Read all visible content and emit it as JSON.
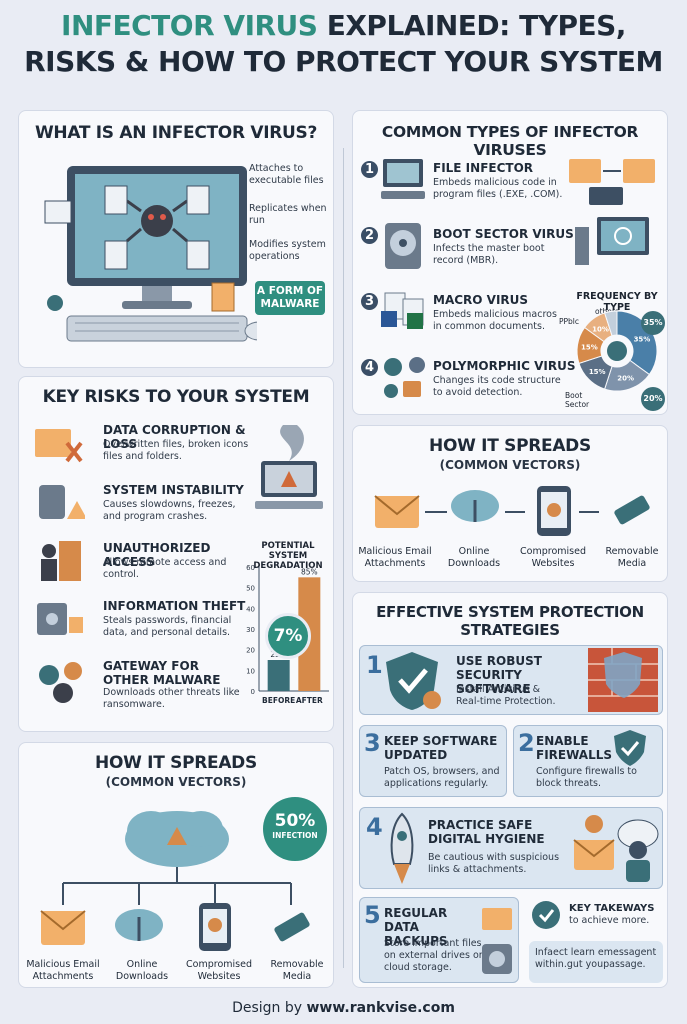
{
  "title": {
    "accent": "INFECTOR VIRUS",
    "rest": " EXPLAINED: TYPES,",
    "line2": "RISKS & HOW TO PROTECT YOUR SYSTEM"
  },
  "what": {
    "title": "WHAT IS AN INFECTOR VIRUS?",
    "points": [
      {
        "text": "Attaches to executable files"
      },
      {
        "text": "Replicates when run"
      },
      {
        "text": "Modifies system operations"
      }
    ],
    "badge": "A FORM OF MALWARE"
  },
  "types": {
    "title": "COMMON TYPES OF INFECTOR VIRUSES",
    "items": [
      {
        "num": "1",
        "head": "FILE INFECTOR",
        "desc": "Embeds malicious code in program files (.EXE, .COM)."
      },
      {
        "num": "2",
        "head": "BOOT SECTOR VIRUS",
        "desc": "Infects the master boot record (MBR)."
      },
      {
        "num": "3",
        "head": "MACRO VIRUS",
        "desc": "Embeds malicious macros in common documents."
      },
      {
        "num": "4",
        "head": "POLYMORPHIC VIRUS",
        "desc": "Changes its code structure to avoid detection."
      }
    ],
    "freq": {
      "title": "FREQUENCY BY TYPE",
      "labels": {
        "others": "others",
        "ppblc": "PPblc",
        "boot": "Boot Sector"
      },
      "slices": [
        {
          "label": "35%",
          "value": 35,
          "color": "#4a7fa8"
        },
        {
          "label": "20%",
          "value": 20,
          "color": "#7f93ab"
        },
        {
          "label": "15%",
          "value": 15,
          "color": "#5b6f86"
        },
        {
          "label": "15%",
          "value": 15,
          "color": "#d68a4a"
        },
        {
          "label": "10%",
          "value": 10,
          "color": "#e8b080"
        },
        {
          "label": "",
          "value": 5,
          "color": "#c3cfdc"
        }
      ],
      "badge_top": "35%",
      "badge_bottom": "20%"
    }
  },
  "risks": {
    "title": "KEY RISKS TO YOUR SYSTEM",
    "items": [
      {
        "head": "DATA CORRUPTION & LOSS",
        "desc": "Overwritten files, broken icons files and folders."
      },
      {
        "head": "SYSTEM INSTABILITY",
        "desc": "Causes slowdowns, freezes, and program crashes."
      },
      {
        "head": "UNAUTHORIZED ACCESS",
        "desc": "Allows remote access and control."
      },
      {
        "head": "INFORMATION THEFT",
        "desc": "Steals passwords, financial data, and personal details."
      },
      {
        "head": "GATEWAY FOR OTHER MALWARE",
        "desc": "Downloads other threats like ransomware."
      }
    ]
  },
  "chart_data": {
    "type": "bar",
    "title": "POTENTIAL SYSTEM DEGRADATION",
    "categories": [
      "BEFORE",
      "AFTER"
    ],
    "values": [
      15,
      55
    ],
    "data_labels": [
      "25%",
      "85%"
    ],
    "yticks": [
      "0",
      "10",
      "20",
      "30",
      "40",
      "50",
      "60"
    ],
    "ylim": [
      0,
      60
    ],
    "badge": "7%",
    "colors": [
      "#3a6f78",
      "#d68a4a"
    ]
  },
  "spread_right": {
    "title": "HOW IT SPREADS",
    "sub": "(COMMON VECTORS)",
    "items": [
      "Malicious Email Attachments",
      "Online Downloads",
      "Compromised Websites",
      "Removable Media"
    ]
  },
  "spread_left": {
    "title": "HOW IT SPREADS",
    "sub": "(COMMON VECTORS)",
    "badge": "50%",
    "badge_sub": "INFECTION",
    "items": [
      "Malicious Email Attachments",
      "Online Downloads",
      "Compromised Websites",
      "Removable Media"
    ]
  },
  "protect": {
    "title": "EFFECTIVE SYSTEM PROTECTION STRATEGIES",
    "s1": {
      "num": "1",
      "head": "USE ROBUST SECURITY SOFTWARE",
      "desc": "Install Antivirus & Real-time Protection."
    },
    "s3": {
      "num": "3",
      "head": "KEEP SOFTWARE UPDATED",
      "desc": "Patch OS, browsers, and applications regularly."
    },
    "s2": {
      "num": "2",
      "head": "ENABLE FIREWALLS",
      "desc": "Configure firewalls to block threats."
    },
    "s4": {
      "num": "4",
      "head": "PRACTICE SAFE DIGITAL HYGIENE",
      "desc": "Be cautious with suspicious links & attachments."
    },
    "s5": {
      "num": "5",
      "head": "REGULAR DATA BACKUPS",
      "desc": "Store important files on external drives or cloud storage."
    },
    "takeaway_head": "KEY TAKEWAYS",
    "takeaway_sub": "to achieve more.",
    "takeaway_text": "Infaect learn emessagent within.gut youpassage."
  },
  "footer": {
    "prefix": "Design by ",
    "site": "www.rankvise.com"
  }
}
